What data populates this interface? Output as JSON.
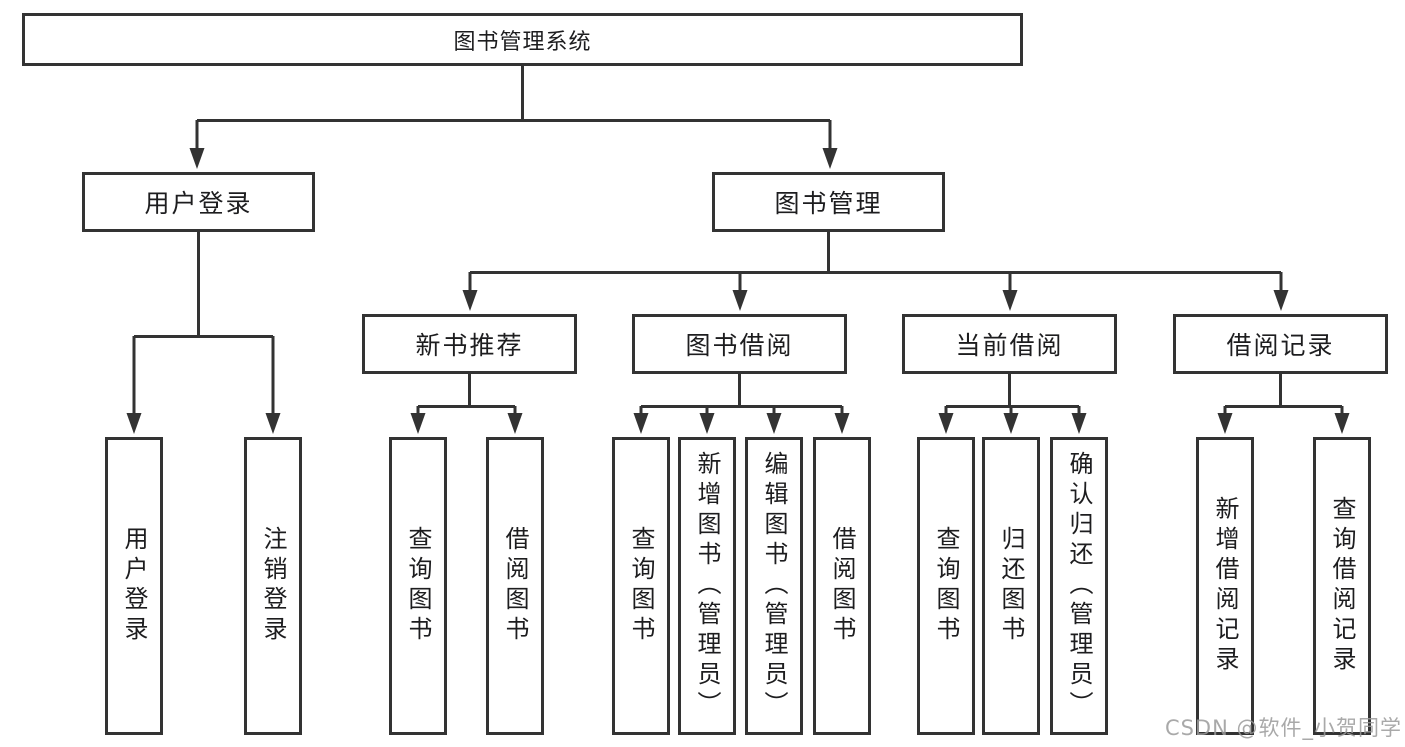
{
  "diagram": {
    "root": {
      "label": "图书管理系统",
      "children": [
        {
          "label": "用户登录",
          "children": [
            {
              "label": "用户登录"
            },
            {
              "label": "注销登录"
            }
          ]
        },
        {
          "label": "图书管理",
          "children": [
            {
              "label": "新书推荐",
              "children": [
                {
                  "label": "查询图书"
                },
                {
                  "label": "借阅图书"
                }
              ]
            },
            {
              "label": "图书借阅",
              "children": [
                {
                  "label": "查询图书"
                },
                {
                  "label": "新增图书（管理员）"
                },
                {
                  "label": "编辑图书（管理员）"
                },
                {
                  "label": "借阅图书"
                }
              ]
            },
            {
              "label": "当前借阅",
              "children": [
                {
                  "label": "查询图书"
                },
                {
                  "label": "归还图书"
                },
                {
                  "label": "确认归还（管理员）"
                }
              ]
            },
            {
              "label": "借阅记录",
              "children": [
                {
                  "label": "新增借阅记录"
                },
                {
                  "label": "查询借阅记录"
                }
              ]
            }
          ]
        }
      ]
    }
  },
  "watermark": "CSDN @软件_小贺同学",
  "colors": {
    "line": "#333333",
    "text": "#1d1d1f",
    "watermark": "#9b9b9b",
    "background": "#ffffff"
  }
}
